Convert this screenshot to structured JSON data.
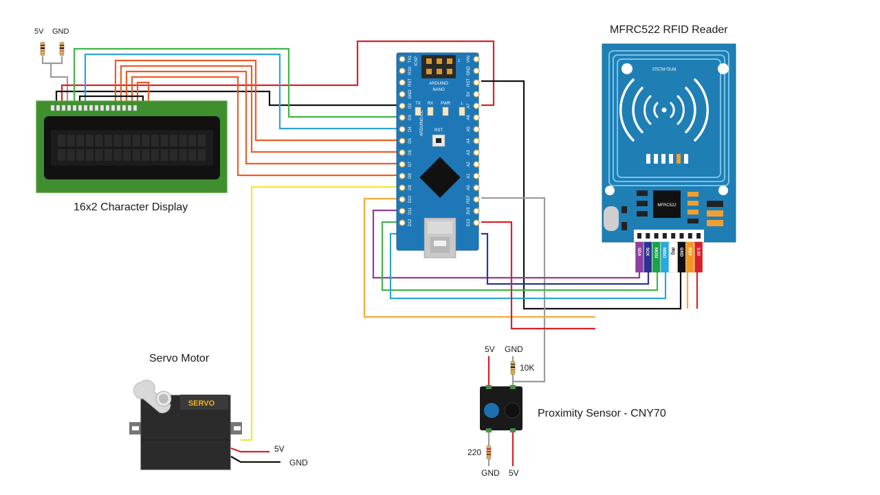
{
  "labels": {
    "lcd_title": "16x2 Character Display",
    "rfid_title": "MFRC522 RFID Reader",
    "servo_title": "Servo Motor",
    "sensor_title": "Proximity Sensor - CNY70",
    "lcd_5v": "5V",
    "lcd_gnd": "GND",
    "servo_5v": "5V",
    "servo_gnd": "GND",
    "sensor_top_5v": "5V",
    "sensor_top_gnd": "GND",
    "sensor_res_top": "10K",
    "sensor_res_bottom": "220",
    "sensor_bottom_gnd": "GND",
    "sensor_bottom_5v": "5V"
  },
  "arduino": {
    "name_line1": "ARDUINO",
    "name_line2": "NANO",
    "icsp": "ICSP",
    "icsp_num": "1",
    "brand": "ARDUINO.CC",
    "rst_button": "RST",
    "leds": [
      "TX",
      "RX",
      "PWR",
      "L"
    ],
    "left_pins": [
      "TX1",
      "RX0",
      "RST",
      "GND",
      "D2",
      "D3",
      "D4",
      "D5",
      "D6",
      "D7",
      "D8",
      "D9",
      "D10",
      "D11",
      "D12"
    ],
    "right_pins": [
      "VIN",
      "GND",
      "RST",
      "5V",
      "A7",
      "A6",
      "A5",
      "A4",
      "A3",
      "A2",
      "A1",
      "A0",
      "REF",
      "3V3",
      "D13"
    ]
  },
  "rfid": {
    "board_text": "RFID-RC522",
    "chip_text": "MFRC522",
    "pins": [
      "SDA",
      "SCK",
      "MOSI",
      "MISO",
      "IRQ",
      "GND",
      "RST",
      "3.3V"
    ],
    "pin_colors": [
      "#8e3fa0",
      "#2c3290",
      "#1aa34a",
      "#29a8e0",
      "#ffffff",
      "#111111",
      "#f29a1f",
      "#d92027"
    ]
  },
  "servo": {
    "brand": "SERVO"
  },
  "wire_colors": {
    "red": "#d72027",
    "black": "#111111",
    "green": "#3fb54a",
    "blue": "#2ea3d9",
    "orange": "#ef5a24",
    "yellow": "#f5e52a",
    "purple": "#93399a",
    "navy": "#2b3593",
    "gray": "#9b9b9b",
    "light_orange": "#f7a935"
  }
}
